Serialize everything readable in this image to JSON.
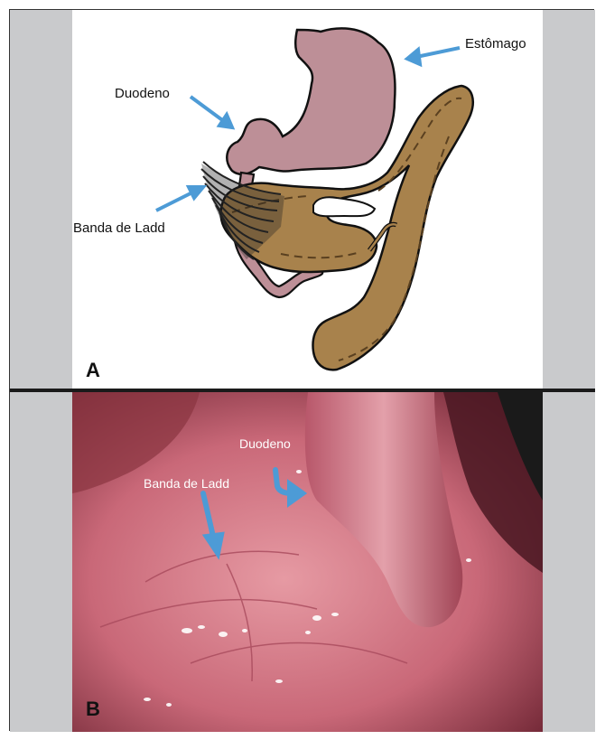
{
  "panel_a": {
    "letter": "A",
    "labels": {
      "estomago": "Estômago",
      "duodeno": "Duodeno",
      "banda": "Banda de Ladd"
    }
  },
  "panel_b": {
    "letter": "B",
    "labels": {
      "duodeno": "Duodeno",
      "banda": "Banda de Ladd"
    }
  },
  "colors": {
    "stomach": "#bd8f97",
    "colon": "#a8824c",
    "arrow": "#4d9bd6",
    "band": "#222222"
  }
}
